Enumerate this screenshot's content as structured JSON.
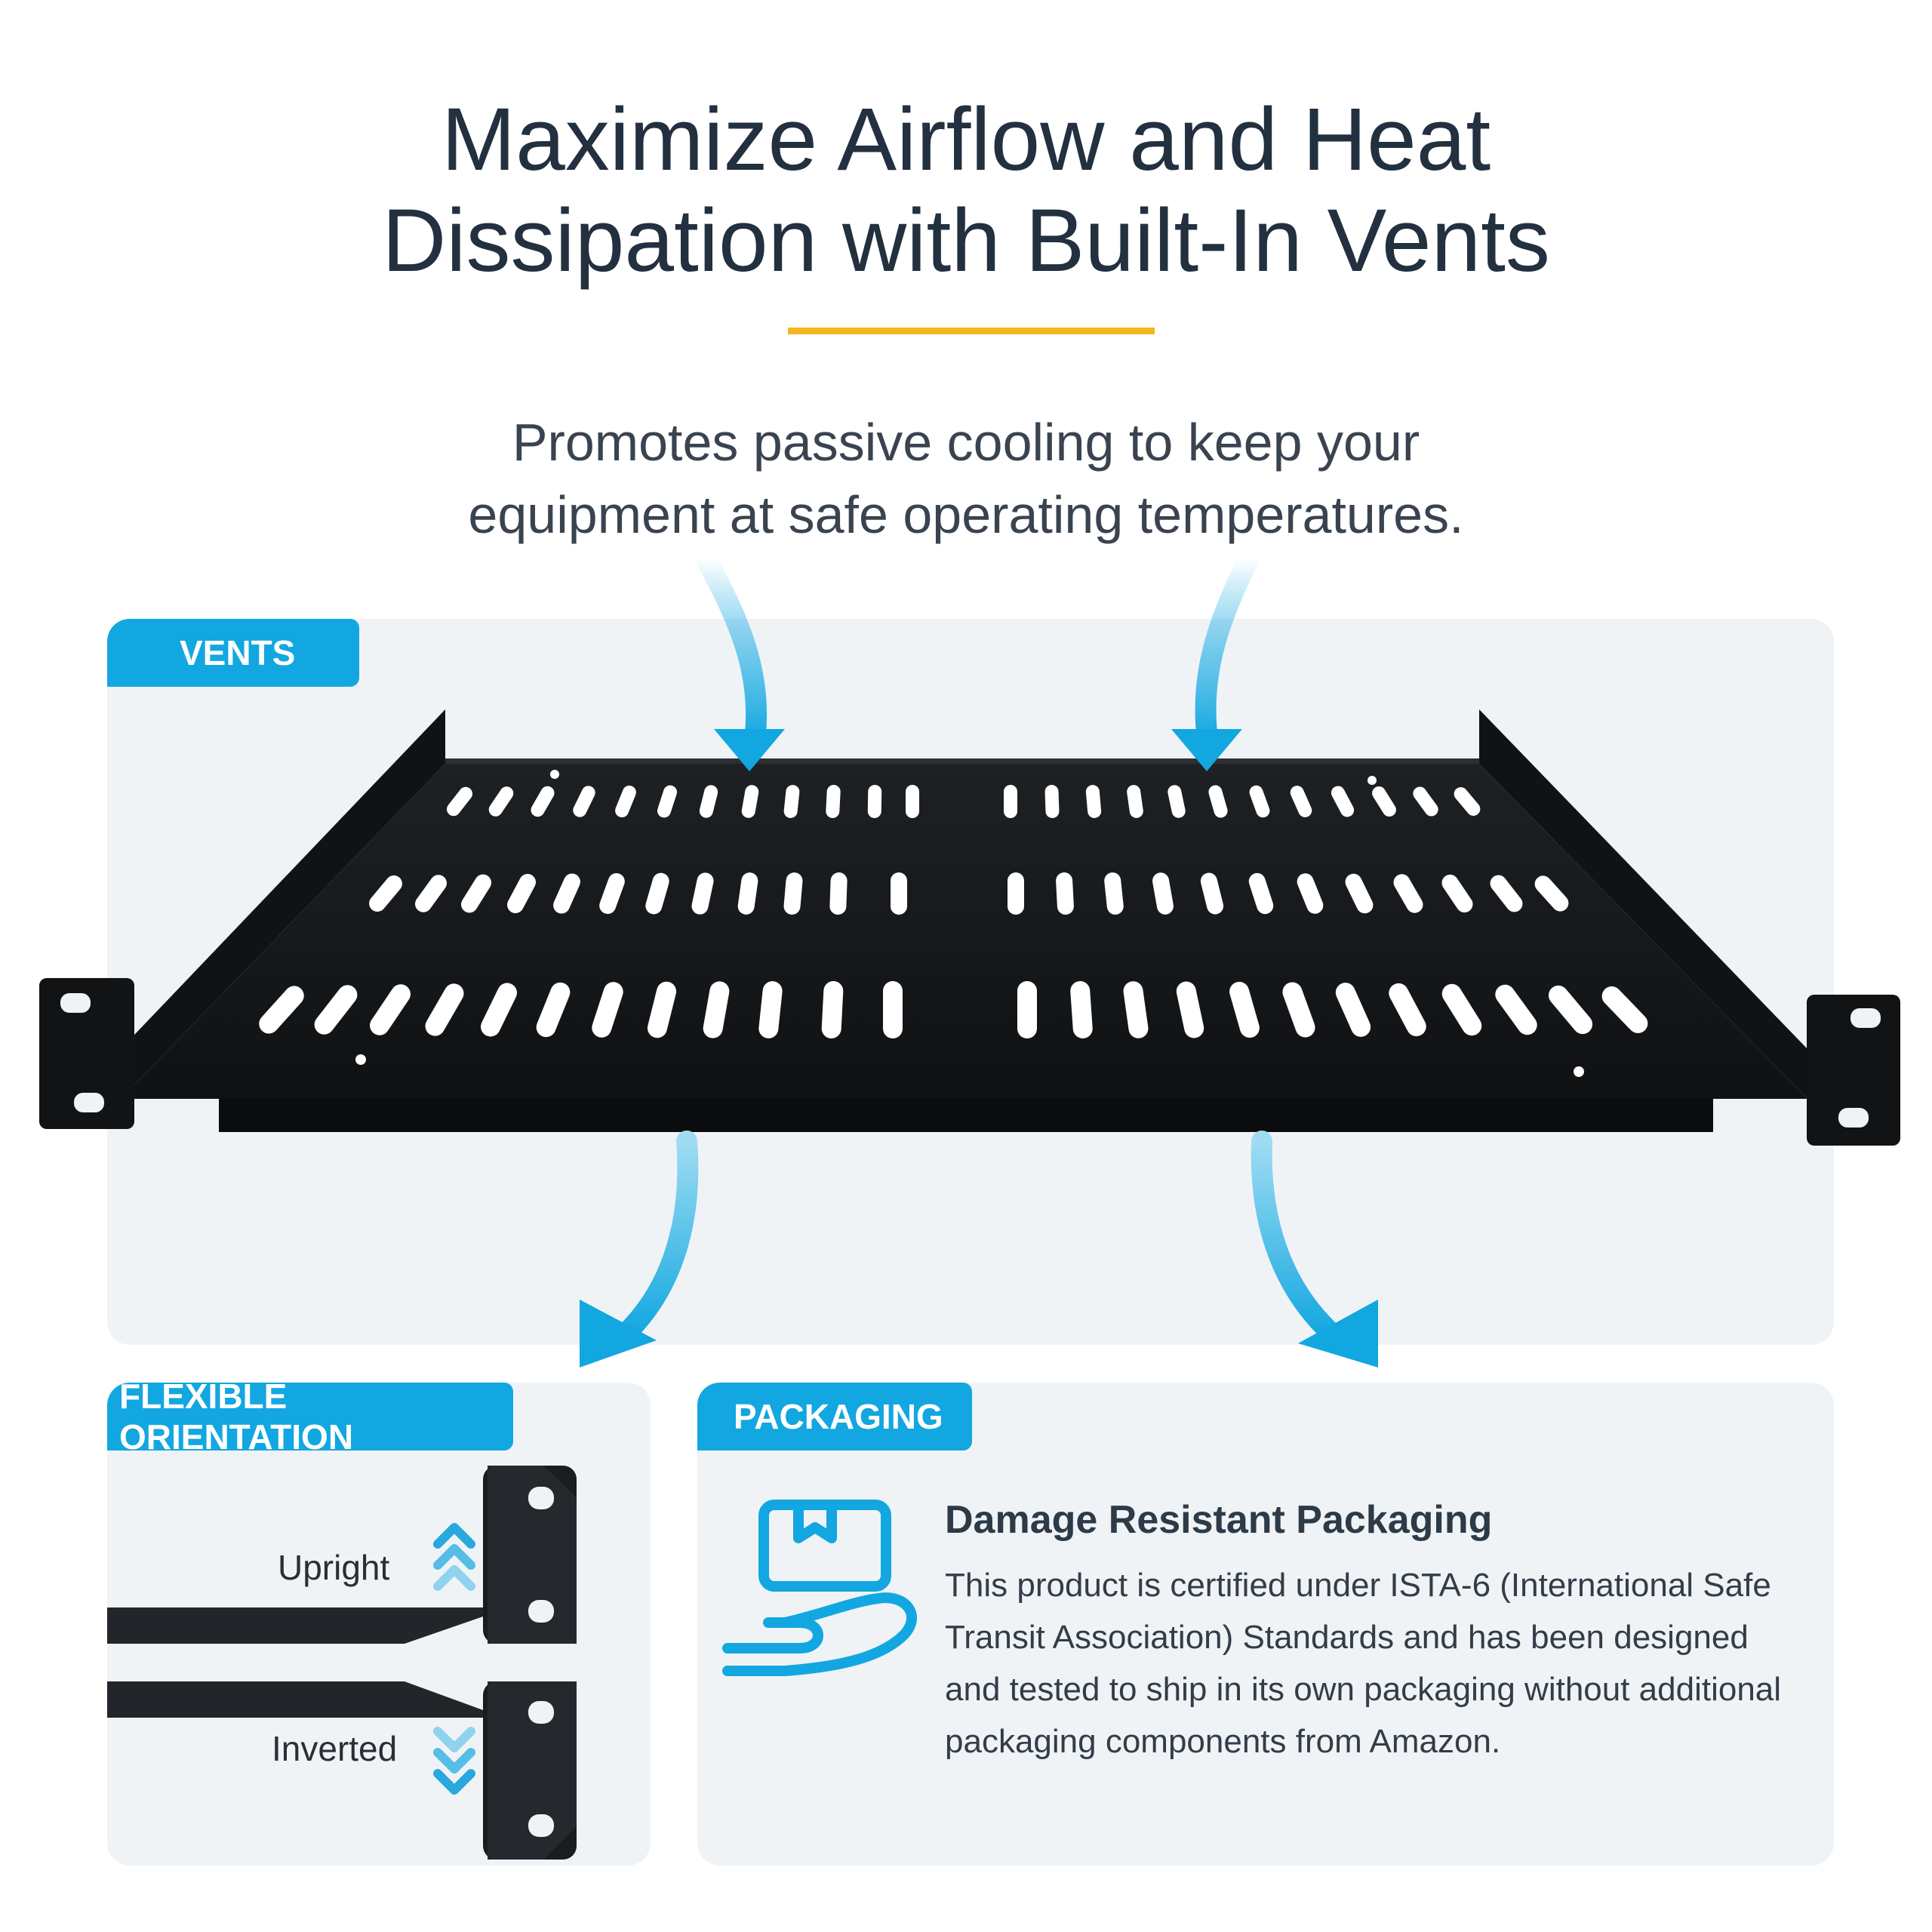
{
  "header": {
    "title_line1": "Maximize Airflow and Heat",
    "title_line2": "Dissipation with Built-In Vents",
    "subtitle_line1": "Promotes passive cooling to keep your",
    "subtitle_line2": "equipment at safe operating temperatures."
  },
  "sections": {
    "vents_label": "VENTS",
    "flexible_label": "FLEXIBLE ORIENTATION",
    "packaging_label": "PACKAGING"
  },
  "orientation": {
    "upright": "Upright",
    "inverted": "Inverted"
  },
  "packaging": {
    "title": "Damage Resistant Packaging",
    "description": "This product is certified under ISTA-6 (International Safe Transit Association) Standards and has been designed and tested to ship in its own packaging without additional packaging components from Amazon."
  },
  "colors": {
    "accent_blue": "#12a7e0",
    "accent_yellow": "#f2b81e",
    "panel_bg": "#f0f3f6",
    "text_dark": "#22303f",
    "shelf_black": "#141618"
  },
  "icons": {
    "airflow": "curved-arrow-icon",
    "up": "chevron-up-icon",
    "down": "chevron-down-icon",
    "packaging": "box-in-hand-icon"
  }
}
